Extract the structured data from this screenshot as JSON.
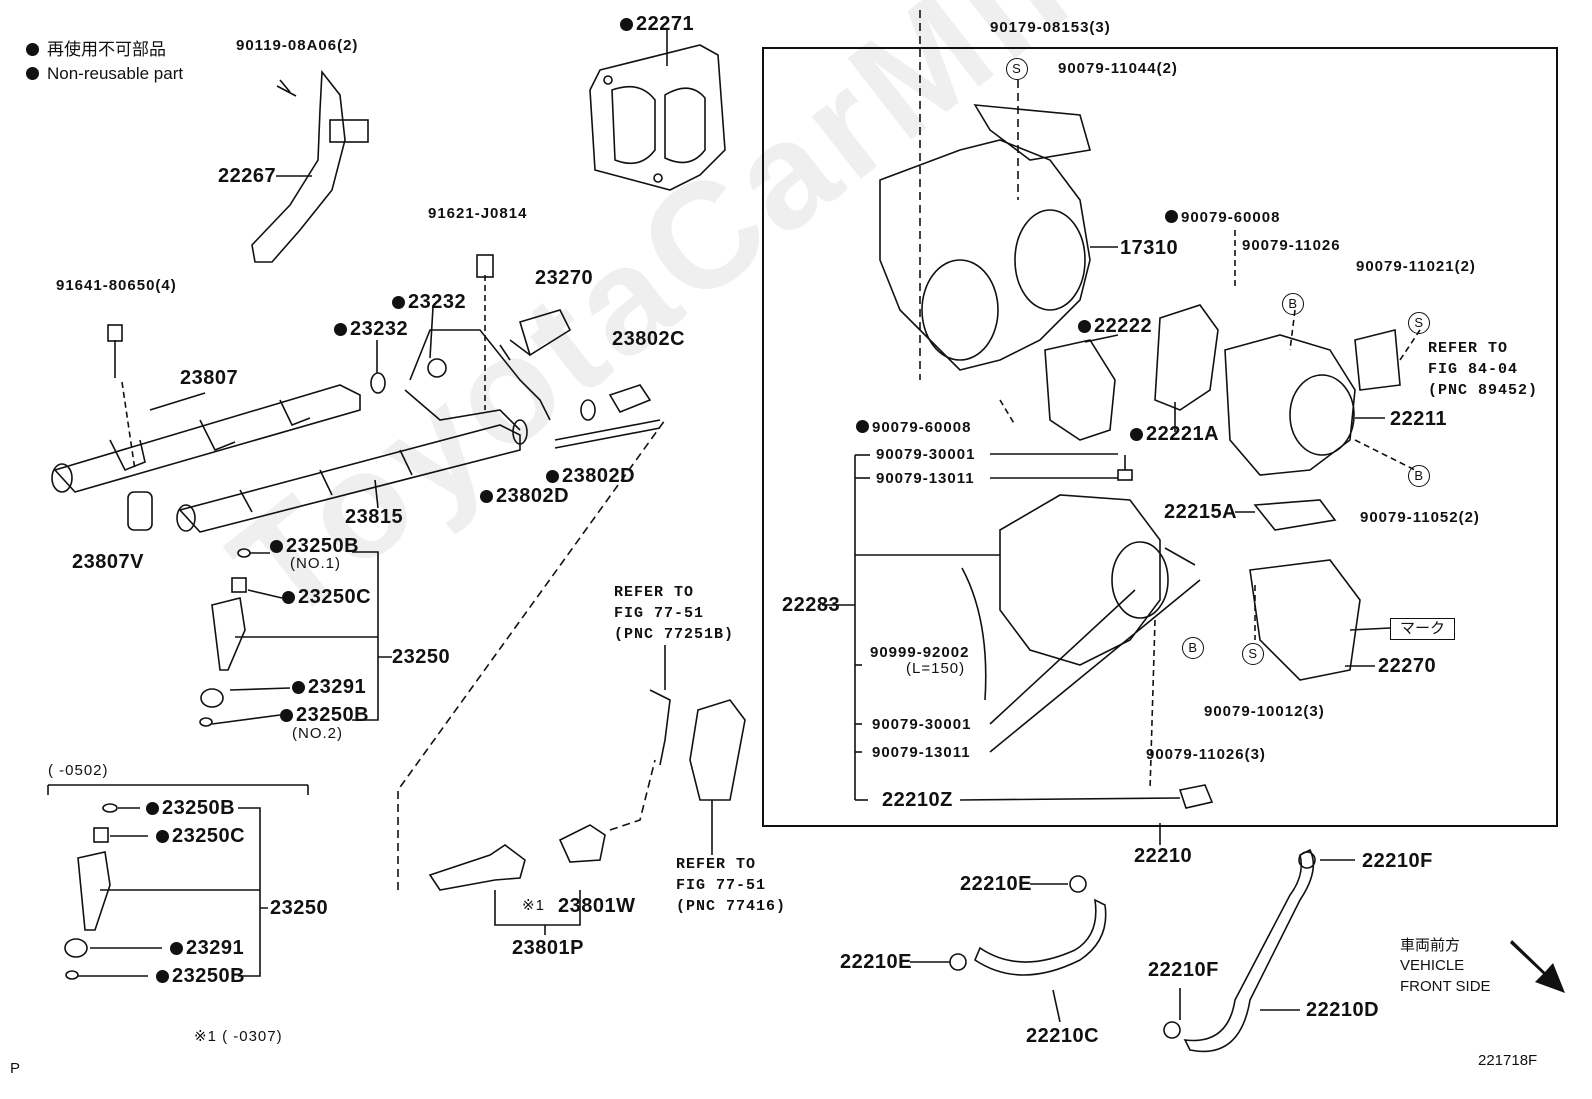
{
  "legend": {
    "jp": "再使用不可部品",
    "en": "Non-reusable part"
  },
  "watermark": "ToyotaCarMine.ru",
  "labels": {
    "p90119": "90119-08A06(2)",
    "p22271": "22271",
    "p22267": "22267",
    "p91621": "91621-J0814",
    "p91641": "91641-80650(4)",
    "p23270": "23270",
    "p23232a": "23232",
    "p23232b": "23232",
    "p23802c": "23802C",
    "p23807": "23807",
    "p23802d_a": "23802D",
    "p23802d_b": "23802D",
    "p23815": "23815",
    "p23807v": "23807V",
    "p23250b1": "23250B",
    "p23250b1_sub": "(NO.1)",
    "p23250c1": "23250C",
    "p23250a": "23250",
    "p23291a": "23291",
    "p23250b2": "23250B",
    "p23250b2_sub": "(NO.2)",
    "range0502": "(      -0502)",
    "p23250b3": "23250B",
    "p23250c2": "23250C",
    "p23250b": "23250",
    "p23291b": "23291",
    "p23250b4": "23250B",
    "foot0307": "※1 (      -0307)",
    "p23801w": "23801W",
    "p23801w_mark": "※1",
    "p23801p": "23801P",
    "p90179": "90179-08153(3)",
    "p90079_11044": "90079-11044(2)",
    "p17310": "17310",
    "p90079_60008a": "90079-60008",
    "p90079_11026": "90079-11026",
    "p90079_11021": "90079-11021(2)",
    "p22222": "22222",
    "p22211": "22211",
    "p90079_60008b": "90079-60008",
    "p22221a": "22221A",
    "p90079_30001a": "90079-30001",
    "p90079_13011a": "90079-13011",
    "p22215a": "22215A",
    "p90079_11052": "90079-11052(2)",
    "p22283": "22283",
    "p90999": "90999-92002",
    "p90999_sub": "(L=150)",
    "p90079_30001b": "90079-30001",
    "p90079_13011b": "90079-13011",
    "p90079_10012": "90079-10012(3)",
    "p90079_11026b": "90079-11026(3)",
    "p22210z": "22210Z",
    "p22270": "22270",
    "mark": "マーク",
    "p22210": "22210",
    "p22210e1": "22210E",
    "p22210e2": "22210E",
    "p22210c": "22210C",
    "p22210f1": "22210F",
    "p22210f2": "22210F",
    "p22210d": "22210D",
    "vehicle_jp": "車両前方",
    "vehicle_en1": "VEHICLE",
    "vehicle_en2": "FRONT SIDE",
    "fig_code": "221718F",
    "p_mark": "P",
    "circle_s": "S",
    "circle_b": "B"
  },
  "refs": {
    "ref1": "REFER TO\nFIG 77-51\n(PNC 77251B)",
    "ref2": "REFER TO\nFIG 77-51\n(PNC 77416)",
    "ref3": "REFER TO\nFIG 84-04\n(PNC 89452)"
  }
}
